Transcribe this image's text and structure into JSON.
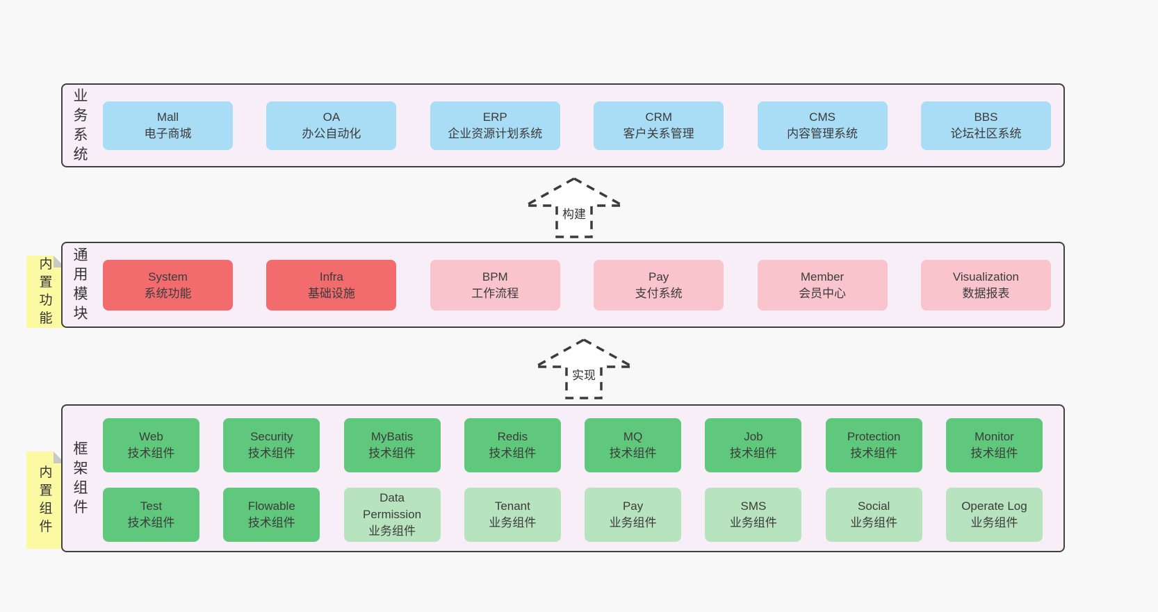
{
  "colors": {
    "page_bg": "#f8f8f8",
    "container_bg": "#f7eef7",
    "container_border": "#3f3f3f",
    "box_blue": "#a9dcf5",
    "box_red": "#f26b6d",
    "box_pink": "#f9c4cc",
    "box_green": "#5fc87c",
    "box_green_light": "#b7e3bf",
    "sticky_yellow": "#fbf9a1",
    "sticky_fold": "#c9c9c9",
    "text": "#3a3a3a"
  },
  "arrows": [
    {
      "label": "构建"
    },
    {
      "label": "实现"
    }
  ],
  "layers": {
    "business": {
      "label": "业务系统",
      "boxes": [
        {
          "en": "Mall",
          "zh": "电子商城",
          "variant": "blue"
        },
        {
          "en": "OA",
          "zh": "办公自动化",
          "variant": "blue"
        },
        {
          "en": "ERP",
          "zh": "企业资源计划系统",
          "variant": "blue"
        },
        {
          "en": "CRM",
          "zh": "客户关系管理",
          "variant": "blue"
        },
        {
          "en": "CMS",
          "zh": "内容管理系统",
          "variant": "blue"
        },
        {
          "en": "BBS",
          "zh": "论坛社区系统",
          "variant": "blue"
        }
      ]
    },
    "modules": {
      "label": "通用模块",
      "sticky": "内置功能",
      "boxes": [
        {
          "en": "System",
          "zh": "系统功能",
          "variant": "red"
        },
        {
          "en": "Infra",
          "zh": "基础设施",
          "variant": "red"
        },
        {
          "en": "BPM",
          "zh": "工作流程",
          "variant": "pink"
        },
        {
          "en": "Pay",
          "zh": "支付系统",
          "variant": "pink"
        },
        {
          "en": "Member",
          "zh": "会员中心",
          "variant": "pink"
        },
        {
          "en": "Visualization",
          "zh": "数据报表",
          "variant": "pink"
        }
      ]
    },
    "components": {
      "label": "框架组件",
      "sticky": "内置组件",
      "row1": [
        {
          "en": "Web",
          "zh": "技术组件",
          "variant": "green"
        },
        {
          "en": "Security",
          "zh": "技术组件",
          "variant": "green"
        },
        {
          "en": "MyBatis",
          "zh": "技术组件",
          "variant": "green"
        },
        {
          "en": "Redis",
          "zh": "技术组件",
          "variant": "green"
        },
        {
          "en": "MQ",
          "zh": "技术组件",
          "variant": "green"
        },
        {
          "en": "Job",
          "zh": "技术组件",
          "variant": "green"
        },
        {
          "en": "Protection",
          "zh": "技术组件",
          "variant": "green"
        },
        {
          "en": "Monitor",
          "zh": "技术组件",
          "variant": "green"
        }
      ],
      "row2": [
        {
          "en": "Test",
          "zh": "技术组件",
          "variant": "green"
        },
        {
          "en": "Flowable",
          "zh": "技术组件",
          "variant": "green"
        },
        {
          "en": "Data Permission",
          "zh": "业务组件",
          "variant": "green-light"
        },
        {
          "en": "Tenant",
          "zh": "业务组件",
          "variant": "green-light"
        },
        {
          "en": "Pay",
          "zh": "业务组件",
          "variant": "green-light"
        },
        {
          "en": "SMS",
          "zh": "业务组件",
          "variant": "green-light"
        },
        {
          "en": "Social",
          "zh": "业务组件",
          "variant": "green-light"
        },
        {
          "en": "Operate Log",
          "zh": "业务组件",
          "variant": "green-light"
        }
      ]
    }
  }
}
